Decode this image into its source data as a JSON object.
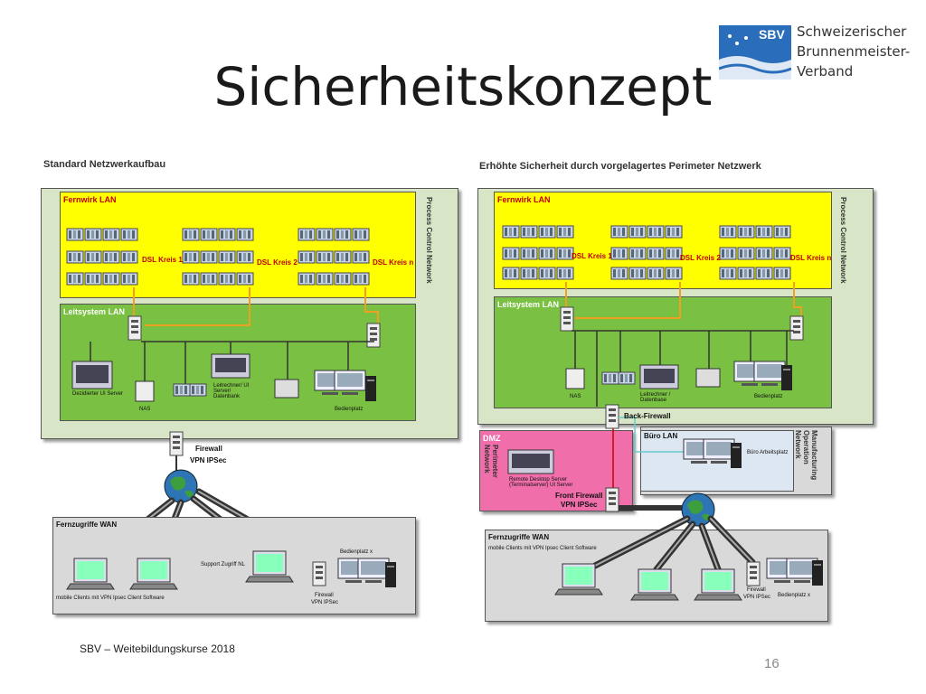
{
  "title": "Sicherheitskonzept",
  "logo": {
    "abbr": "SBV",
    "lines": [
      "Schweizerischer",
      "Brunnenmeister-",
      "Verband"
    ]
  },
  "left": {
    "heading": "Standard Netzwerkaufbau",
    "fernwirk": "Fernwirk LAN",
    "dsl": [
      "DSL Kreis 1",
      "DSL Kreis 2",
      "DSL Kreis n"
    ],
    "leitsystem": "Leitsystem LAN",
    "process_control": "Process Control Network",
    "devices": {
      "ui_server": "Dezidierter UI Server",
      "nas": "NAS",
      "leitrechner": "Leitrechner/ UI Server/ Datenbank",
      "bedienplatz": "Bedienplatz"
    },
    "firewall": "Firewall",
    "vpn": "VPN IPSec",
    "wan": "Fernzugriffe WAN",
    "mobile_clients": "mobile Clients mit VPN Ipsec Client Software",
    "support": "Support Zugriff NL",
    "bedienplatz_x": "Bedienplatz x",
    "wan_firewall": "Firewall",
    "wan_vpn": "VPN IPSec"
  },
  "right": {
    "heading": "Erhöhte Sicherheit durch vorgelagertes Perimeter Netzwerk",
    "fernwirk": "Fernwirk LAN",
    "dsl": [
      "DSL Kreis 1",
      "DSL Kreis 2",
      "DSL Kreis n"
    ],
    "leitsystem": "Leitsystem LAN",
    "process_control": "Process Control Network",
    "devices": {
      "nas": "NAS",
      "leitrechner": "Leitrechner / Datenbase",
      "bedienplatz": "Bedienplatz"
    },
    "back_firewall": "Back-Firewall",
    "dmz": "DMZ",
    "perimeter": "Perimeter Network",
    "remote_desktop": "Remote Desktop Server (Terminalserver) UI Server",
    "front_firewall": "Front Firewall",
    "front_vpn": "VPN IPSec",
    "buero": "Büro LAN",
    "buero_arbeitsplatz": "Büro Arbeitsplatz",
    "manufacturing": "Manufacturing Operation Network",
    "wan": "Fernzugriffe WAN",
    "mobile_clients": "mobile Clients mit VPN Ipsec Client Software",
    "wan_firewall": "Firewall",
    "wan_vpn": "VPN IPSec",
    "bedienplatz_x": "Bedienplatz x"
  },
  "footer": "SBV – Weitebildungskurse 2018",
  "page_number": "16",
  "colors": {
    "yellow": "#ffff00",
    "green": "#7ac143",
    "pale_green": "#d9e5c7",
    "grey": "#d9d9d9",
    "magenta": "#f06eaa",
    "logo_blue": "#2a6ebb"
  }
}
